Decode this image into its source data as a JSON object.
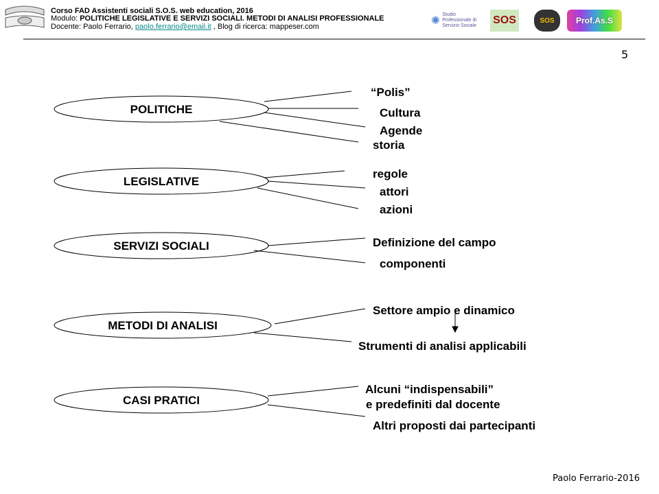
{
  "header": {
    "line1": "Corso FAD Assistenti sociali S.O.S. web education, 2016",
    "module_prefix": "Modulo: ",
    "module_title": "POLITICHE LEGISLATIVE E SERVIZI SOCIALI. METODI DI ANALISI PROFESSIONALE",
    "teacher_prefix": "Docente: Paolo Ferrario, ",
    "email": "paolo.ferrario@email.it",
    "blog": " , Blog di ricerca: mappeser.com",
    "logos": [
      "Studio Professionale di Servizio Sociale",
      "SOS",
      "SOS",
      "Prof.As.S"
    ]
  },
  "page_number": "5",
  "topics": [
    {
      "label": "POLITICHE",
      "items": [
        "“Polis”",
        "Cultura",
        "Agende",
        "storia"
      ]
    },
    {
      "label": "LEGISLATIVE",
      "items": [
        "regole",
        "attori",
        "azioni"
      ]
    },
    {
      "label": "SERVIZI SOCIALI",
      "items": [
        "Definizione del campo",
        "componenti"
      ]
    },
    {
      "label": "METODI DI ANALISI",
      "items": [
        "Settore ampio e dinamico",
        "Strumenti di analisi applicabili"
      ]
    },
    {
      "label": "CASI PRATICI",
      "items": [
        "Alcuni “indispensabili”",
        "e predefiniti dal docente",
        "Altri proposti dai partecipanti"
      ]
    }
  ],
  "footer": "Paolo Ferrario-2016"
}
